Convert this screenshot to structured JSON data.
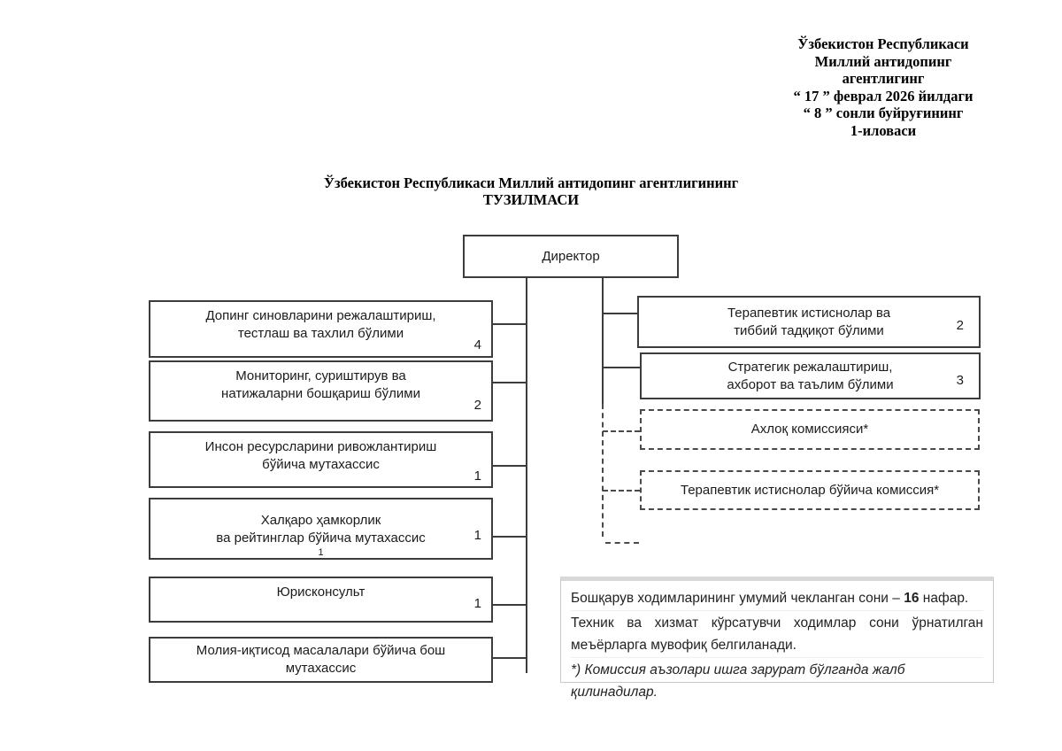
{
  "order_note": {
    "lines": [
      "Ўзбекистон Республикаси",
      "Миллий антидопинг",
      "агентлигинг",
      "“ 17 ” феврал 2026 йилдаги",
      "“ 8 ” сонли буйруғининг",
      "1-иловаси"
    ]
  },
  "title": {
    "line1": "Ўзбекистон Республикаси Миллий антидопинг агентлигининг",
    "line2": "ТУЗИЛМАСИ"
  },
  "director": {
    "label": "Директор"
  },
  "left_column": [
    {
      "lines": [
        "Допинг синовларини режалаштириш,",
        "тестлаш ва тахлил бўлими"
      ],
      "count": "4"
    },
    {
      "lines": [
        "Мониторинг, суриштирув ва",
        "натижаларни бошқариш бўлими"
      ],
      "count": "2"
    },
    {
      "lines": [
        "Инсон ресурсларини ривожлантириш",
        "бўйича мутахассис"
      ],
      "count": "1"
    },
    {
      "lines": [
        "Халқаро ҳамкорлик",
        "ва рейтинглар бўйича мутахассис"
      ],
      "count": "1",
      "stray": "1"
    },
    {
      "lines": [
        "Юрисконсульт"
      ],
      "count": "1"
    },
    {
      "lines": [
        "Молия-иқтисод масалалари бўйича бош",
        "мутахассис"
      ],
      "count": ""
    }
  ],
  "right_column": [
    {
      "lines": [
        "Терапевтик истиснолар ва",
        "тиббий тадқиқот бўлими"
      ],
      "count": "2",
      "style": "solid"
    },
    {
      "lines": [
        "Стратегик режалаштириш,",
        "ахборот ва таълим бўлими"
      ],
      "count": "3",
      "style": "solid"
    },
    {
      "lines": [
        "Ахлоқ комиссияси*"
      ],
      "count": "",
      "style": "dashed"
    },
    {
      "lines": [
        "Терапевтик истиснолар бўйича комиссия*"
      ],
      "count": "",
      "style": "dashed"
    }
  ],
  "note_block": {
    "p1_prefix": "Бошқарув ходимларининг умумий чекланган сони – ",
    "p1_bold": "16",
    "p1_suffix": " нафар.",
    "p2": "Техник ва хизмат кўрсатувчи ходимлар сони ўрнатилган меъёрларга мувофиқ белгиланади.",
    "p3": "*) Комиссия аъзолари ишга зарурат бўлганда жалб қилинадилар."
  },
  "colors": {
    "line": "#3c3c3c",
    "box_border": "#3c3c3c",
    "dashed_border": "#4a4a4a",
    "note_border": "#c9c9c9",
    "text": "#1a1a1a",
    "background": "#ffffff"
  }
}
